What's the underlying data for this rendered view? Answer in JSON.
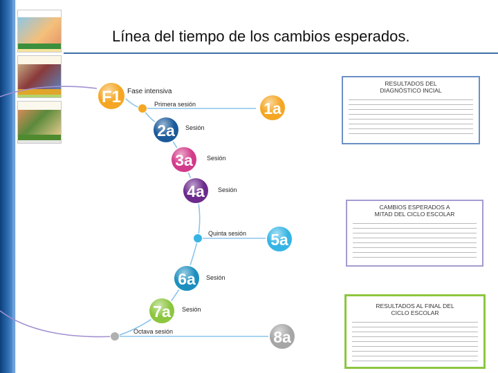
{
  "title": "Línea del tiempo de los cambios esperados.",
  "colors": {
    "sidebar": "#1f5a99",
    "title_rule": "#3b6fa8",
    "panel_blue": "#6a8fc4",
    "panel_purple": "#a59ad1",
    "panel_green": "#8cc63f"
  },
  "phase": {
    "code": "F1",
    "label": "Fase intensiva",
    "first_session_label": "Primera sesión"
  },
  "sessions": [
    {
      "code": "1a",
      "color": "#f5a623"
    },
    {
      "code": "2a",
      "color": "#1b5a9a",
      "label": "Sesión"
    },
    {
      "code": "3a",
      "color": "#d23a8a",
      "label": "Sesión"
    },
    {
      "code": "4a",
      "color": "#6b2a8c",
      "label": "Sesión"
    },
    {
      "code": "5a",
      "color": "#36b5e4",
      "label": "Quinta sesión"
    },
    {
      "code": "6a",
      "color": "#1d8fbf",
      "label": "Sesión"
    },
    {
      "code": "7a",
      "color": "#8cc63f",
      "label": "Sesión"
    },
    {
      "code": "8a",
      "color": "#a6a6a6",
      "label": "Octava sesión"
    }
  ],
  "panels": [
    {
      "title_line1": "RESULTADOS DEL",
      "title_line2": "DIAGNÓSTICO INCIAL"
    },
    {
      "title_line1": "CAMBIOS ESPERADOS A",
      "title_line2": "MITAD DEL CICLO ESCOLAR"
    },
    {
      "title_line1": "RESULTADOS AL FINAL DEL",
      "title_line2": "CICLO ESCOLAR"
    }
  ]
}
